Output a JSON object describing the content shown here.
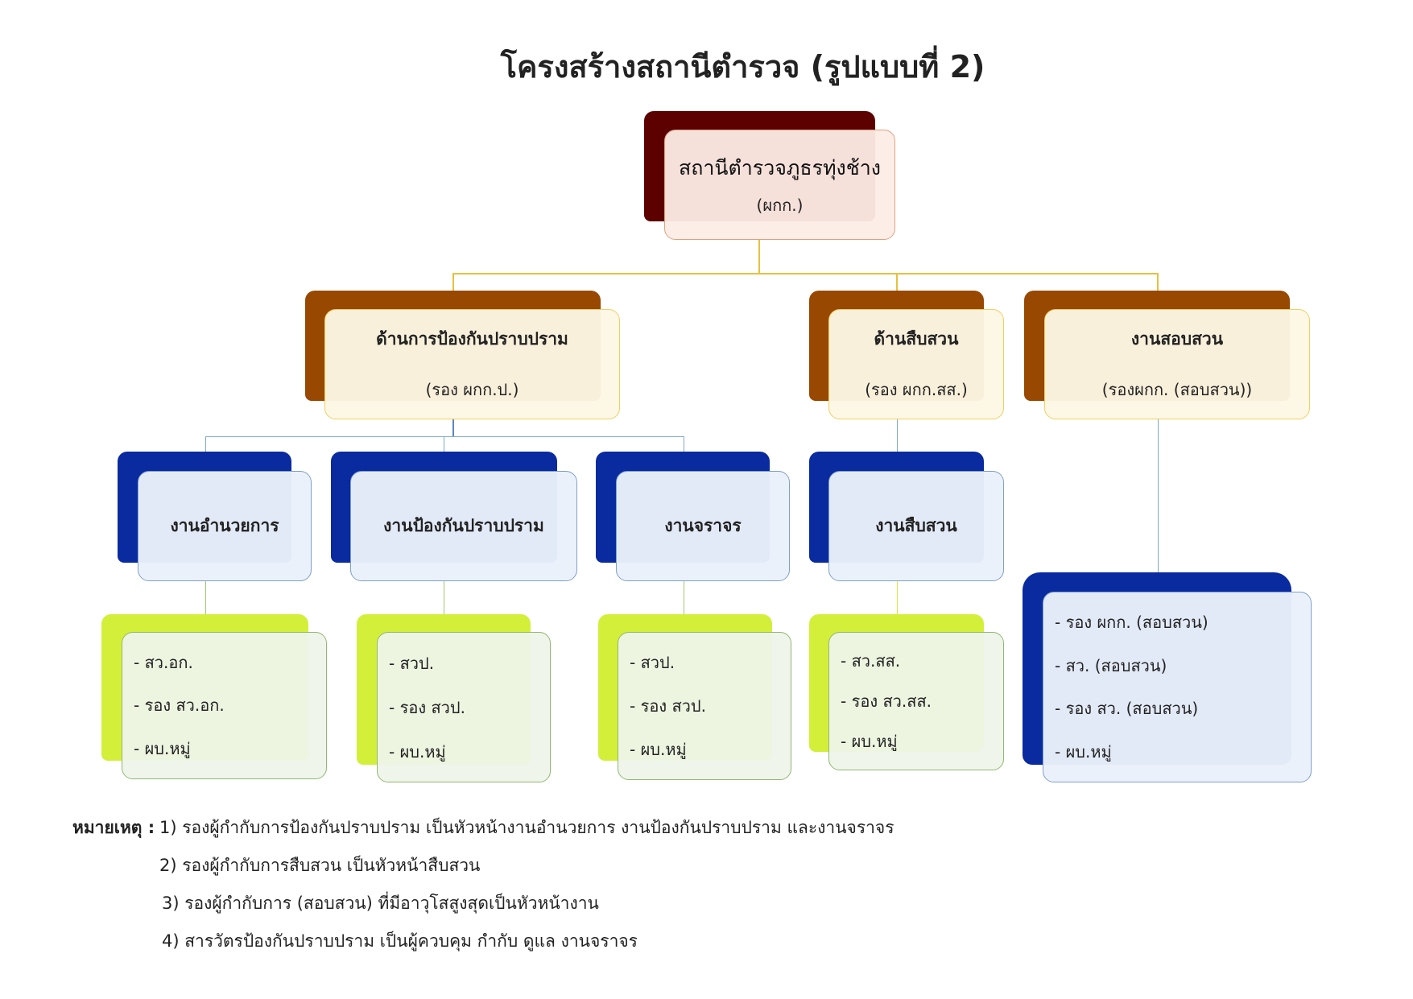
{
  "title": "โครงสร้างสถานีตำรวจ (รูปแบบที่ 2)",
  "root": {
    "name": "สถานีตำรวจภูธรทุ่งช้าง",
    "sub": "(ผกก.)"
  },
  "level2": [
    {
      "name": "ด้านการป้องกันปราบปราม",
      "sub": "(รอง ผกก.ป.)"
    },
    {
      "name": "ด้านสืบสวน",
      "sub": "(รอง ผกก.สส.)"
    },
    {
      "name": "งานสอบสวน",
      "sub": "(รองผกก. (สอบสวน))"
    }
  ],
  "level3": [
    {
      "name": "งานอำนวยการ"
    },
    {
      "name": "งานป้องกันปราบปราม"
    },
    {
      "name": "งานจราจร"
    },
    {
      "name": "งานสืบสวน"
    }
  ],
  "level4": [
    {
      "items": [
        "- สว.อก.",
        "- รอง สว.อก.",
        "- ผบ.หมู่"
      ]
    },
    {
      "items": [
        "- สวป.",
        "- รอง สวป.",
        "- ผบ.หมู่"
      ]
    },
    {
      "items": [
        "- สวป.",
        "- รอง สวป.",
        "- ผบ.หมู่"
      ]
    },
    {
      "items": [
        "- สว.สส.",
        "- รอง สว.สส.",
        "- ผบ.หมู่"
      ]
    }
  ],
  "investigation_staff": {
    "items": [
      "- รอง ผกก. (สอบสวน)",
      "- สว. (สอบสวน)",
      "- รอง สว. (สอบสวน)",
      "- ผบ.หมู่"
    ]
  },
  "notes": {
    "label": "หมายเหตุ :",
    "lines": [
      "1) รองผู้กำกับการป้องกันปราบปราม เป็นหัวหน้างานอำนวยการ งานป้องกันปราบปราม และงานจราจร",
      "2) รองผู้กำกับการสืบสวน เป็นหัวหน้าสืบสวน",
      "3) รองผู้กำกับการ (สอบสวน) ที่มีอาวุโสสูงสุดเป็นหัวหน้างาน",
      "4) สารวัตรป้องกันปราบปราม เป็นผู้ควบคุม กำกับ ดูแล งานจราจร"
    ]
  },
  "colors": {
    "root_dark": "#5c0000",
    "level2_dark": "#984800",
    "level3_dark": "#0a2aa0",
    "level4_dark": "#d4ef3a",
    "connector_gold": "#e8c040",
    "connector_blue": "#7fa8d0",
    "connector_green": "#a0c870"
  }
}
